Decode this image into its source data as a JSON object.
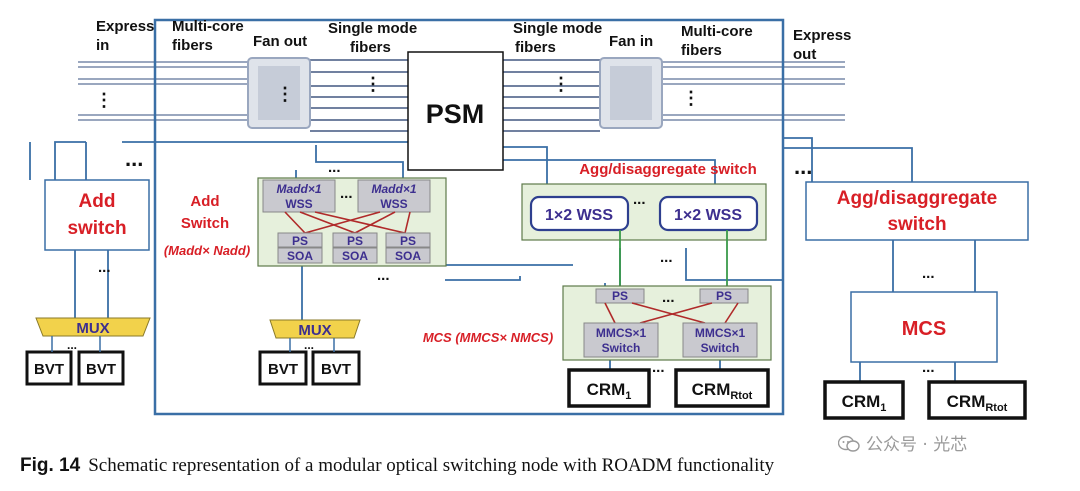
{
  "labels": {
    "express_in": [
      "Express",
      "in"
    ],
    "multicore_left": [
      "Multi-core",
      "fibers"
    ],
    "fan_out": "Fan out",
    "single_mode_left": [
      "Single mode",
      "fibers"
    ],
    "single_mode_right": [
      "Single mode",
      "fibers"
    ],
    "fan_in": "Fan in",
    "multicore_right": [
      "Multi-core",
      "fibers"
    ],
    "express_out": [
      "Express",
      "out"
    ],
    "psm": "PSM",
    "add_switch_box": [
      "Add",
      "switch"
    ],
    "add_switch_inner": [
      "Add",
      "Switch"
    ],
    "add_switch_dim": "(Madd× Nadd)",
    "madd_wss": [
      "Madd×1",
      "WSS"
    ],
    "ps": "PS",
    "soa": "SOA",
    "agg_switch_inner": "Agg/disaggregate switch",
    "wss_1x2": "1×2 WSS",
    "agg_switch_box": [
      "Agg/disaggregate",
      "switch"
    ],
    "mcs_inner": "MCS (MMCS× NMCS)",
    "mmcs_switch": [
      "MMCS×1",
      "Switch"
    ],
    "mcs_box": "MCS",
    "mux": "MUX",
    "bvt": "BVT",
    "crm1": "CRM1",
    "crm_rtot": "CRMRtot",
    "ellipsis": "...",
    "vdots": "⋮"
  },
  "caption": {
    "fig": "Fig. 14",
    "text": "Schematic representation of a modular optical switching node with ROADM functionality"
  },
  "watermark": "公众号 · 光芯",
  "colors": {
    "node_border": "#3a6fa6",
    "fiber": "#9aa7bf",
    "red_label": "#d81f26",
    "green_fill": "#e6f0dc",
    "gray_box": "#c9c9cf",
    "mux_fill": "#f2d24b",
    "wss_border": "#2e3f8f"
  }
}
